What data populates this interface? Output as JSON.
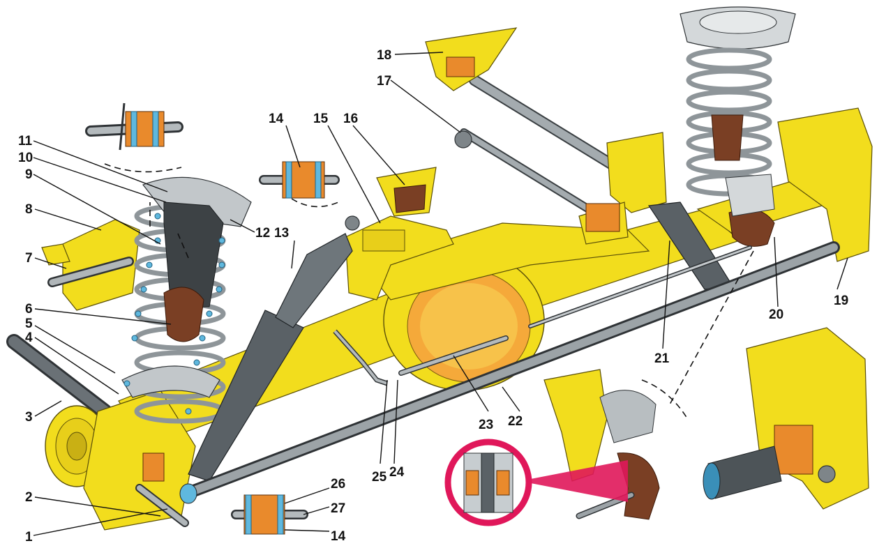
{
  "diagram": {
    "callouts": [
      {
        "id": "c1",
        "text": "1"
      },
      {
        "id": "c2",
        "text": "2"
      },
      {
        "id": "c3",
        "text": "3"
      },
      {
        "id": "c4",
        "text": "4"
      },
      {
        "id": "c5",
        "text": "5"
      },
      {
        "id": "c6",
        "text": "6"
      },
      {
        "id": "c7",
        "text": "7"
      },
      {
        "id": "c8",
        "text": "8"
      },
      {
        "id": "c9",
        "text": "9"
      },
      {
        "id": "c10",
        "text": "10"
      },
      {
        "id": "c11",
        "text": "11"
      },
      {
        "id": "c12",
        "text": "12"
      },
      {
        "id": "c13",
        "text": "13"
      },
      {
        "id": "c14a",
        "text": "14"
      },
      {
        "id": "c14b",
        "text": "14"
      },
      {
        "id": "c15",
        "text": "15"
      },
      {
        "id": "c16",
        "text": "16"
      },
      {
        "id": "c17",
        "text": "17"
      },
      {
        "id": "c18",
        "text": "18"
      },
      {
        "id": "c19",
        "text": "19"
      },
      {
        "id": "c20",
        "text": "20"
      },
      {
        "id": "c21",
        "text": "21"
      },
      {
        "id": "c22",
        "text": "22"
      },
      {
        "id": "c23",
        "text": "23"
      },
      {
        "id": "c24",
        "text": "24"
      },
      {
        "id": "c25",
        "text": "25"
      },
      {
        "id": "c26",
        "text": "26"
      },
      {
        "id": "c27",
        "text": "27"
      }
    ]
  },
  "colors": {
    "axle_yellow": "#f2dd1d",
    "steel_grey": "#7e8589",
    "bushing_orange": "#e98a2c",
    "rubber_brown": "#7a3f24",
    "bearing_blue": "#5fb8de",
    "magnifier_red": "#e0175a"
  }
}
